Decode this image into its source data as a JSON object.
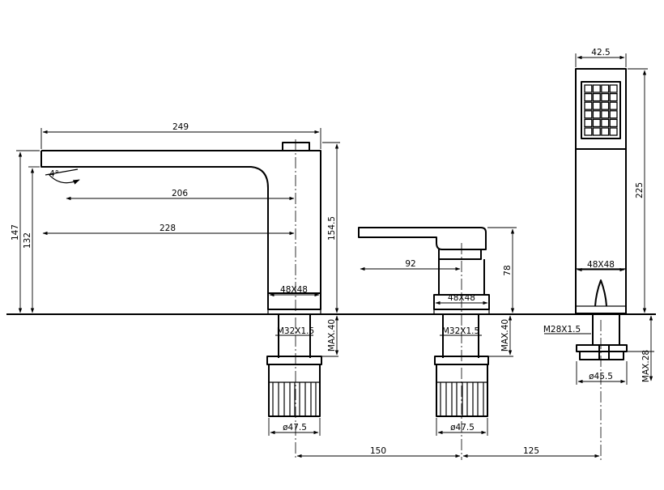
{
  "spout": {
    "dim_overall_length": "249",
    "dim_spout_reach_upper": "206",
    "dim_spout_reach_lower": "228",
    "dim_total_height": "147",
    "dim_outlet_height": "132",
    "dim_body_height": "154.5",
    "dim_base_square": "48X48",
    "dim_thread": "M32X1.5",
    "dim_shank_max": "MAX.40",
    "dim_nut_diameter": "ø47.5",
    "dim_tilt_angle": "4°"
  },
  "mixer": {
    "dim_lever_length": "92",
    "dim_height": "78",
    "dim_base_square": "48X48",
    "dim_thread": "M32X1.5",
    "dim_shank_max": "MAX.40",
    "dim_nut_diameter": "ø47.5"
  },
  "hand_shower": {
    "dim_head_width": "42.5",
    "dim_length": "225",
    "dim_base_square": "48X48",
    "dim_thread": "M28X1.5",
    "dim_shank_max": "MAX.28",
    "dim_nut_diameter": "ø45.5"
  },
  "spacing": {
    "spout_to_mixer": "150",
    "mixer_to_shower": "125"
  }
}
